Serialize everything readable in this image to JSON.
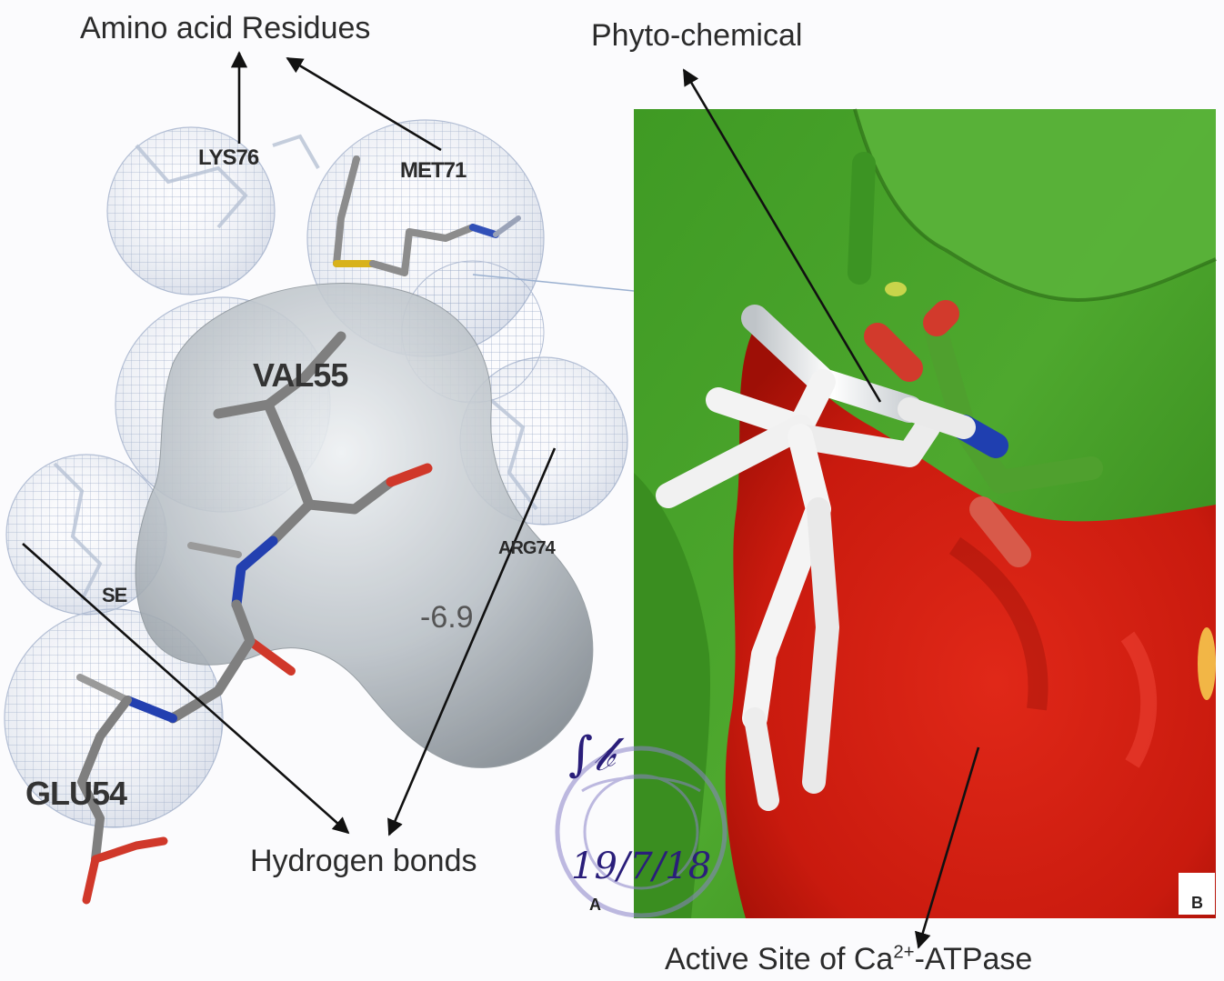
{
  "annotations": {
    "amino_acid_residues": "Amino acid Residues",
    "phyto_chemical": "Phyto-chemical",
    "hydrogen_bonds": "Hydrogen bonds",
    "active_site_prefix": "Active Site of Ca",
    "active_site_superscript": "2+",
    "active_site_suffix": "-ATPase"
  },
  "residues": {
    "lys": "LYS76",
    "met": "MET71",
    "val": "VAL55",
    "arg": "ARG74",
    "ser": "SE",
    "glu": "GLU54"
  },
  "binding_energy": "-6.9",
  "panel_labels": {
    "a": "A",
    "b": "B"
  },
  "signature": {
    "date": "19/7/18"
  },
  "colors": {
    "receptor_surface_green": "#3e9a22",
    "receptor_surface_red": "#d81f10",
    "ligand_white": "#f1f1f1",
    "oxygen": "#d23a2c",
    "nitrogen": "#1f3fb0",
    "sulfur": "#d8b21a",
    "ligand_surface": "#a9b0b6",
    "mesh": "#8ea0c0",
    "stamp": "#8a82c8"
  }
}
